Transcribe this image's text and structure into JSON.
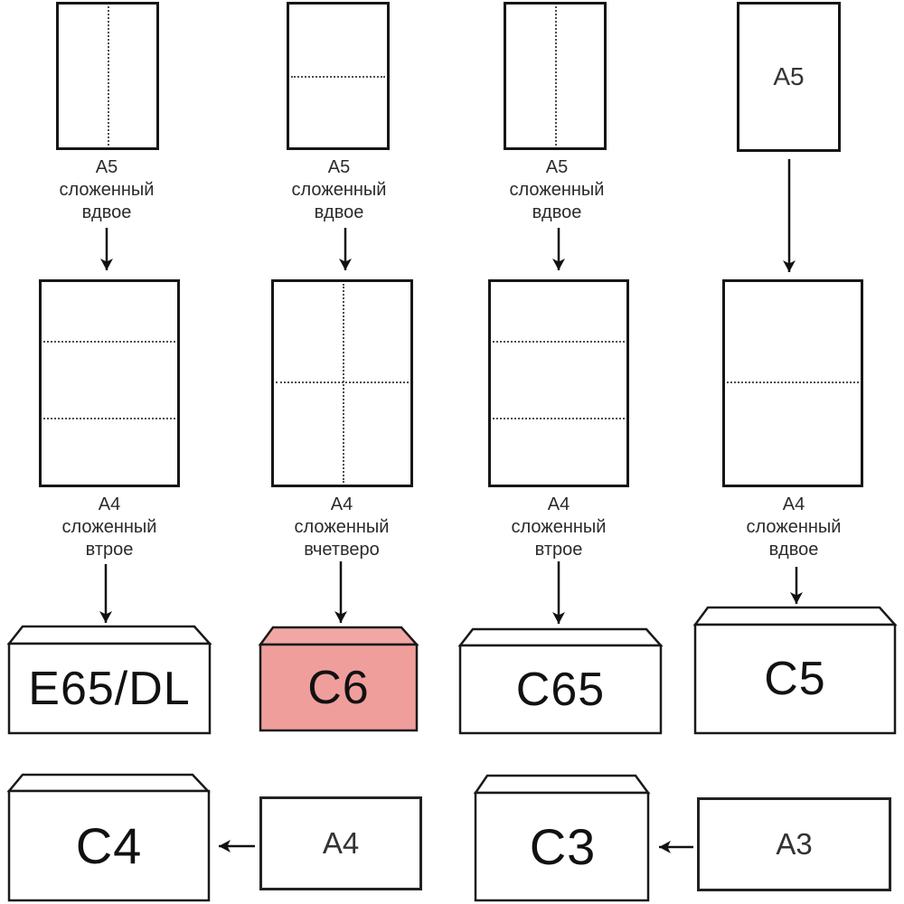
{
  "colors": {
    "highlight_body": "#f09e9c",
    "highlight_flap": "#f2a7a5",
    "outline": "#1a1a1a",
    "text": "#2b2b2b"
  },
  "columns": [
    {
      "top_caption": [
        "А5",
        "сложенный",
        "вдвое"
      ],
      "mid_caption": [
        "А4",
        "сложенный",
        "втрое"
      ],
      "envelope_label": "E65/DL"
    },
    {
      "top_caption": [
        "А5",
        "сложенный",
        "вдвое"
      ],
      "mid_caption": [
        "А4",
        "сложенный",
        "вчетверо"
      ],
      "envelope_label": "C6"
    },
    {
      "top_caption": [
        "А5",
        "сложенный",
        "вдвое"
      ],
      "mid_caption": [
        "А4",
        "сложенный",
        "втрое"
      ],
      "envelope_label": "C65"
    },
    {
      "top_paper_label": "А5",
      "mid_caption": [
        "А4",
        "сложенный",
        "вдвое"
      ],
      "envelope_label": "C5"
    }
  ],
  "bottom_row": [
    {
      "envelope_label": "C4",
      "paper_label": "А4"
    },
    {
      "envelope_label": "C3",
      "paper_label": "А3"
    }
  ]
}
